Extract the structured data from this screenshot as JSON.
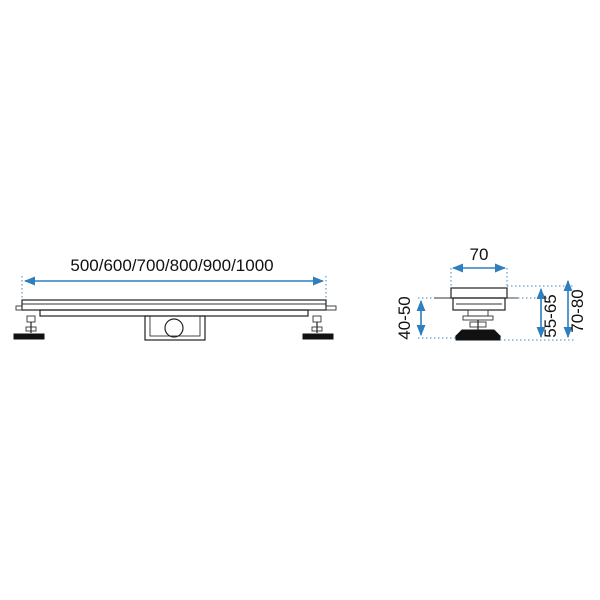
{
  "colors": {
    "dimension": "#2f7fbf",
    "outline": "#222222",
    "background": "#ffffff"
  },
  "side_view": {
    "length_label": "500/600/700/800/900/1000"
  },
  "cross_section": {
    "width_label": "70",
    "inlet_height_label": "40-50",
    "mid_height_label": "55-65",
    "total_height_label": "70-80"
  }
}
